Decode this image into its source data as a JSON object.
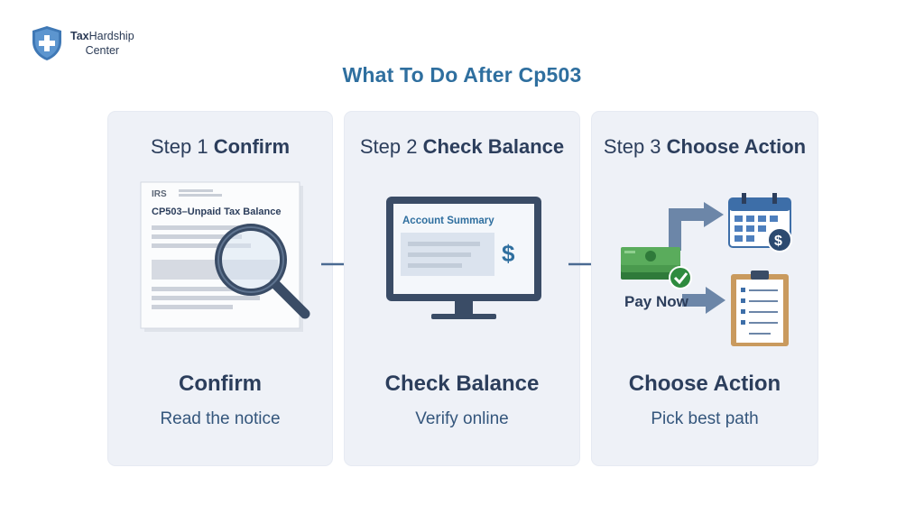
{
  "logo": {
    "brand_bold": "Tax",
    "brand_rest": "Hardship",
    "line2": "Center",
    "icon": "shield-cross-icon"
  },
  "title": "What To Do After Cp503",
  "steps": [
    {
      "num": "Step 1",
      "name": "Confirm",
      "title": "Confirm",
      "subtitle": "Read the notice",
      "doc_header": "IRS",
      "doc_title": "CP503–Unpaid Tax Balance",
      "icon": "magnifying-glass-icon"
    },
    {
      "num": "Step 2",
      "name": "Check Balance",
      "title": "Check Balance",
      "subtitle": "Verify online",
      "screen_title": "Account Summary",
      "currency": "$",
      "icon": "monitor-icon"
    },
    {
      "num": "Step 3",
      "name": "Choose Action",
      "title": "Choose Action",
      "subtitle": "Pick best path",
      "pay_label": "Pay Now",
      "currency": "$",
      "icons": [
        "cash-stack-icon",
        "calendar-dollar-icon",
        "clipboard-checklist-icon"
      ]
    }
  ],
  "colors": {
    "title": "#2f6f9f",
    "text": "#2c3e5c",
    "card": "#eef1f7",
    "accent": "#3d6ea8",
    "green": "#2e8b3e"
  }
}
